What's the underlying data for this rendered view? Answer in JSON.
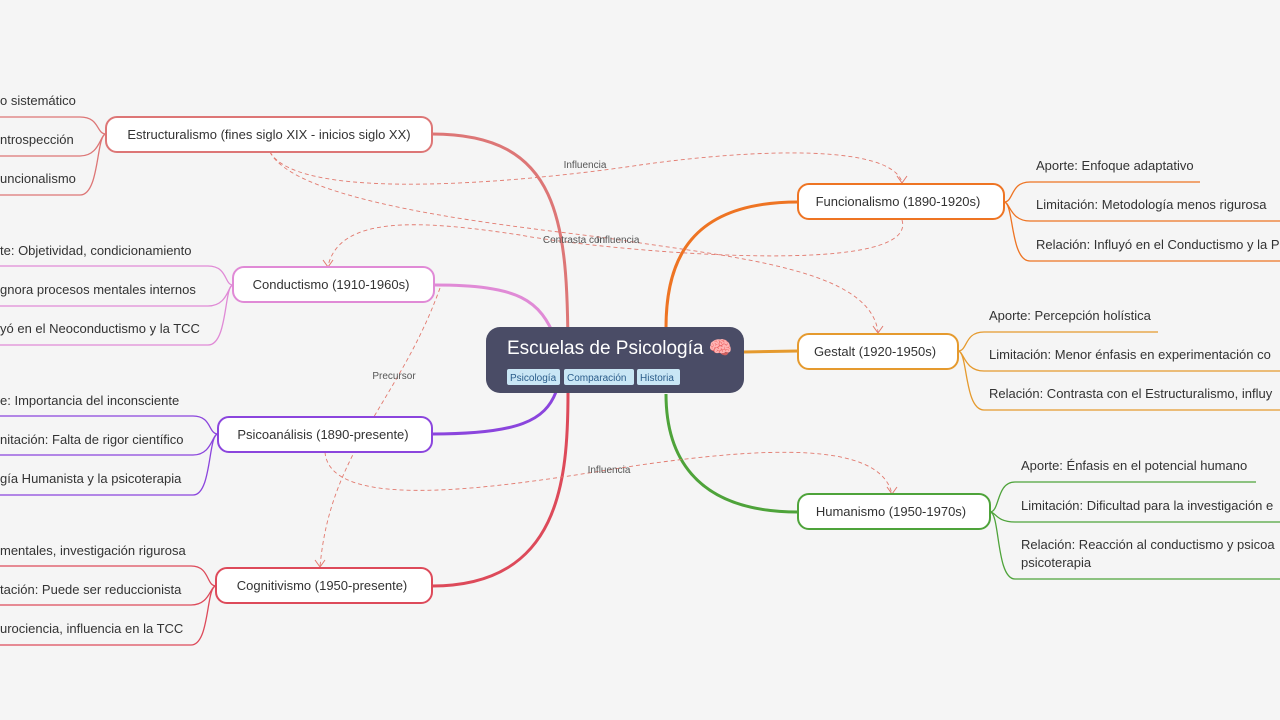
{
  "root": {
    "title": "Escuelas de Psicología 🧠",
    "tags": [
      "Psicología",
      "Comparación",
      "Historia"
    ]
  },
  "branches": {
    "estructuralismo": {
      "label": "Estructuralismo (fines siglo XIX - inicios siglo XX)",
      "color": "#dd7676",
      "leaves": [
        "o sistemático",
        "ntrospección",
        "uncionalismo"
      ]
    },
    "conductismo": {
      "label": "Conductismo (1910-1960s)",
      "color": "#e08ad6",
      "leaves": [
        "te: Objetividad, condicionamiento",
        "gnora procesos mentales internos",
        "yó en el Neoconductismo y la TCC"
      ]
    },
    "psicoanalisis": {
      "label": "Psicoanálisis (1890-presente)",
      "color": "#8b45dd",
      "leaves": [
        "e: Importancia del inconsciente",
        "nitación: Falta de rigor científico",
        "gía Humanista y la psicoterapia"
      ]
    },
    "cognitivismo": {
      "label": "Cognitivismo (1950-presente)",
      "color": "#dd4a5a",
      "leaves": [
        "mentales, investigación rigurosa",
        "tación: Puede ser reduccionista",
        "urociencia, influencia en la TCC"
      ]
    },
    "funcionalismo": {
      "label": "Funcionalismo (1890-1920s)",
      "color": "#ee7423",
      "leaves": [
        "Aporte: Enfoque adaptativo",
        "Limitación: Metodología menos rigurosa",
        "Relación: Influyó en el Conductismo y la P"
      ]
    },
    "gestalt": {
      "label": "Gestalt (1920-1950s)",
      "color": "#e59a2e",
      "leaves": [
        "Aporte: Percepción holística",
        "Limitación: Menor énfasis en experimentación co",
        "Relación: Contrasta con el Estructuralismo, influy"
      ]
    },
    "humanismo": {
      "label": "Humanismo (1950-1970s)",
      "color": "#4ea33a",
      "leaves": [
        "Aporte: Énfasis en el potencial humano",
        "Limitación: Dificultad para la investigación e",
        "Relación: Reacción al conductismo y psicoa",
        "psicoterapia"
      ]
    }
  },
  "relations": {
    "influencia_1": "Influencia",
    "contrasta": "Contrasta con",
    "influencia_2": "Influencia",
    "precursor": "Precursor",
    "influencia_3": "Influencia"
  }
}
